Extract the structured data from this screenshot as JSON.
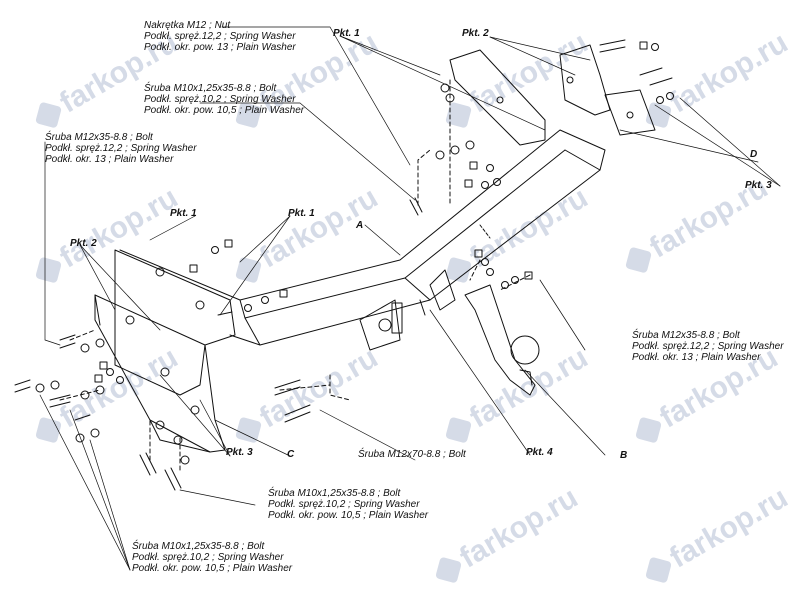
{
  "watermark": "farkop.ru",
  "labels": {
    "nut_m12": [
      "Nakrętka  M12 ; Nut",
      "Podkł. spręż.12,2 ; Spring Washer",
      "Podkł. okr. pow. 13 ; Plain Washer"
    ],
    "bolt_m10_top": [
      "Śruba M10x1,25x35-8.8 ;  Bolt",
      "Podkł. spręż.10,2 ; Spring Washer",
      "Podkł. okr. pow. 10,5 ; Plain Washer"
    ],
    "bolt_m12_left": [
      "Śruba M12x35-8.8 ;  Bolt",
      "Podkł. spręż.12,2 ; Spring Washer",
      "Podkł. okr. 13 ; Plain Washer"
    ],
    "bolt_m12_right": [
      "Śruba M12x35-8.8 ;  Bolt",
      "Podkł. spręż.12,2 ; Spring Washer",
      "Podkł. okr. 13 ; Plain Washer"
    ],
    "bolt_m12x70": "Śruba M12x70-8.8 ;  Bolt",
    "bolt_m10_mid": [
      "Śruba M10x1,25x35-8.8 ;  Bolt",
      "Podkł. spręż.10,2 ; Spring Washer",
      "Podkł. okr. pow. 10,5 ; Plain Washer"
    ],
    "bolt_m10_bottom": [
      "Śruba M10x1,25x35-8.8 ;  Bolt",
      "Podkł. spręż.10,2 ; Spring Washer",
      "Podkł. okr. pow. 10,5 ; Plain Washer"
    ]
  },
  "pkt": {
    "pkt1_top": "Pkt. 1",
    "pkt2_top": "Pkt. 2",
    "pkt3_right": "Pkt. 3",
    "pkt1_left_a": "Pkt. 1",
    "pkt1_left_b": "Pkt. 1",
    "pkt2_left": "Pkt. 2",
    "pkt3_left": "Pkt. 3",
    "pkt4": "Pkt. 4"
  },
  "letters": {
    "A": "A",
    "B": "B",
    "C": "C",
    "D": "D"
  }
}
